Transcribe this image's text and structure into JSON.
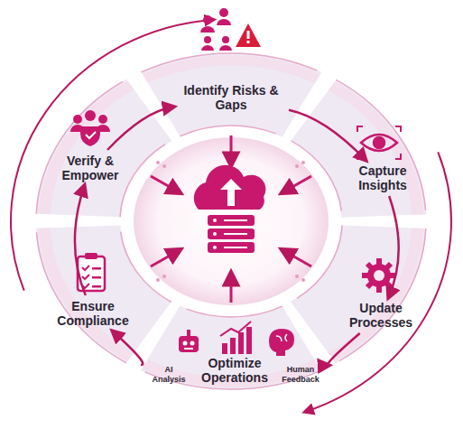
{
  "diagram": {
    "nodes": [
      {
        "text": [
          "Identify Risks & Gaps"
        ]
      },
      {
        "text": [
          "Capture Insights"
        ]
      },
      {
        "text": [
          "Update Processes"
        ]
      },
      {
        "text": [
          "AI Analysis",
          "Optimize Operations",
          "Human Feedback"
        ]
      },
      {
        "text": [
          "Ensure Compliance"
        ]
      },
      {
        "text": [
          "Verify & Empower"
        ]
      }
    ],
    "edges": [
      {
        "from": 0,
        "to": 1,
        "arrow": "to"
      },
      {
        "from": 1,
        "to": 2,
        "arrow": "to"
      },
      {
        "from": 2,
        "to": 3,
        "arrow": "to"
      },
      {
        "from": 3,
        "to": 4,
        "arrow": "to"
      },
      {
        "from": 4,
        "to": 5,
        "arrow": "to"
      },
      {
        "from": 5,
        "to": 0,
        "arrow": "to"
      }
    ]
  }
}
